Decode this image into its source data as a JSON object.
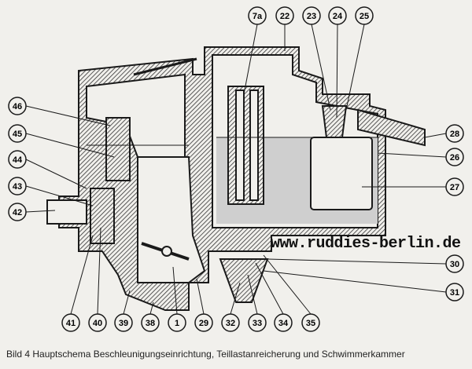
{
  "caption": "Bild 4  Hauptschema Beschleunigungseinrichtung, Teillastanreicherung und Schwimmerkammer",
  "watermark": "www.ruddies-berlin.de",
  "labels": {
    "top": [
      "7a",
      "22",
      "23",
      "24",
      "25"
    ],
    "left": [
      "46",
      "45",
      "44",
      "43",
      "42"
    ],
    "right": [
      "28",
      "26",
      "27",
      "30",
      "31"
    ],
    "bottom": [
      "41",
      "40",
      "39",
      "38",
      "1",
      "29",
      "32",
      "33",
      "34",
      "35"
    ]
  },
  "colors": {
    "ink": "#1a1a1a",
    "hatch": "#555555",
    "fuel": "#cfcfcf",
    "paper": "#f1f0ec"
  }
}
